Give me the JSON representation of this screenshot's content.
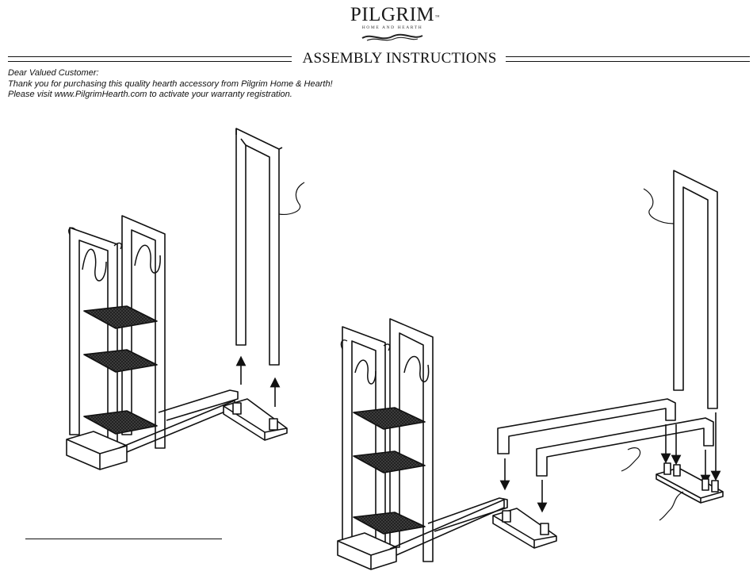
{
  "brand": {
    "name": "PILGRIM",
    "trademark": "™",
    "tagline": "HOME AND HEARTH"
  },
  "header": {
    "title": "ASSEMBLY INSTRUCTIONS"
  },
  "intro": {
    "greeting": "Dear Valued Customer:",
    "thanks": "Thank you for purchasing this quality hearth accessory from Pilgrim Home & Hearth!",
    "warranty": "Please visit www.PilgrimHearth.com to activate your warranty registration."
  },
  "icons": {
    "logo_swoosh": "wave-swoosh-icon",
    "step_arrows": "arrow-up-icon / arrow-down-icon"
  },
  "colors": {
    "ink": "#111111",
    "shelf": "#222222",
    "paper": "#ffffff"
  }
}
